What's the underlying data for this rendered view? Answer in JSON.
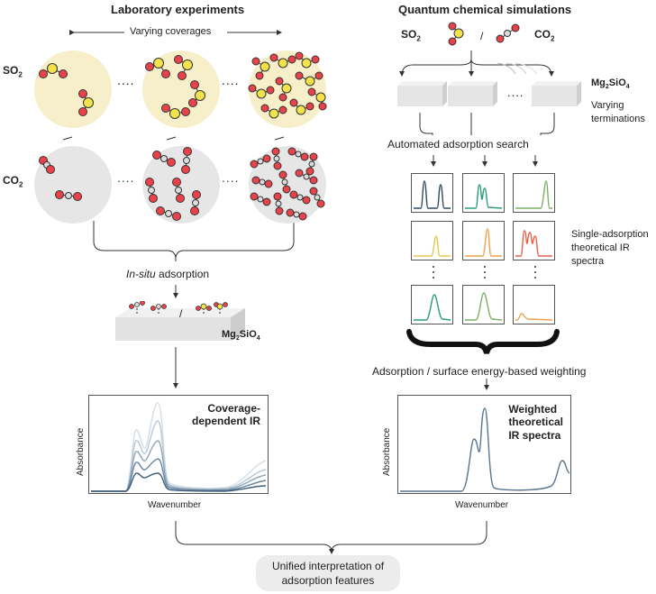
{
  "left": {
    "title": "Laboratory experiments",
    "coverage_label": "Varying coverages",
    "so2_label": "SO",
    "so2_sub": "2",
    "co2_label": "CO",
    "co2_sub": "2",
    "dots": "....",
    "dash": "/",
    "insitu_italic": "In-situ",
    "insitu_rest": " adsorption",
    "surface_label": "Mg",
    "surface_sub1": "2",
    "surface_mid": "SiO",
    "surface_sub2": "4",
    "ir_title_1": "Coverage-",
    "ir_title_2": "dependent IR",
    "ir_ylabel": "Absorbance",
    "ir_xlabel": "Wavenumber"
  },
  "right": {
    "title": "Quantum chemical simulations",
    "so2_label": "SO",
    "so2_sub": "2",
    "co2_label": "CO",
    "co2_sub": "2",
    "sep": "/",
    "surface_label": "Mg",
    "surface_sub1": "2",
    "surface_mid": "SiO",
    "surface_sub2": "4",
    "terminations_1": "Varying",
    "terminations_2": "terminations",
    "dots": "....",
    "auto_search": "Automated adsorption search",
    "single_1": "Single-adsorption",
    "single_2": "theoretical IR",
    "single_3": "spectra",
    "weighting": "Adsorption / surface energy-based weighting",
    "ir_title_1": "Weighted",
    "ir_title_2": "theoretical",
    "ir_title_3": "IR spectra",
    "ir_ylabel": "Absorbance",
    "ir_xlabel": "Wavenumber"
  },
  "footer": {
    "line1": "Unified interpretation of",
    "line2": "adsorption features"
  },
  "colors": {
    "so2_disk": "#f7efc9",
    "co2_disk": "#e6e6e6",
    "oxygen": "#e8434a",
    "sulfur": "#f2e34a",
    "carbon": "#dcdcdc",
    "dark_blue": "#2d4a5c",
    "teal": "#2a9d7a",
    "green": "#7fb069",
    "yellow": "#e6c84a",
    "orange": "#f0a050",
    "red_orange": "#e8604a",
    "blue_grey": "#5a7590"
  }
}
